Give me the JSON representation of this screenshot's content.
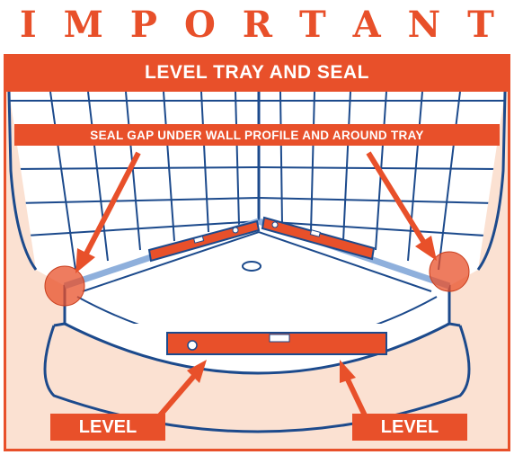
{
  "title": {
    "letters": [
      "I",
      "M",
      "P",
      "O",
      "R",
      "T",
      "A",
      "N",
      "T"
    ]
  },
  "banner": {
    "text": "LEVEL TRAY AND SEAL"
  },
  "seal_label": {
    "text": "SEAL GAP UNDER WALL PROFILE AND AROUND TRAY"
  },
  "level_labels": {
    "left": "LEVEL",
    "right": "LEVEL"
  },
  "colors": {
    "accent": "#e8502a",
    "tile_line": "#1c4a8c",
    "panel_bg": "#fbe1d2",
    "seal_strip": "#8fb0dc"
  }
}
